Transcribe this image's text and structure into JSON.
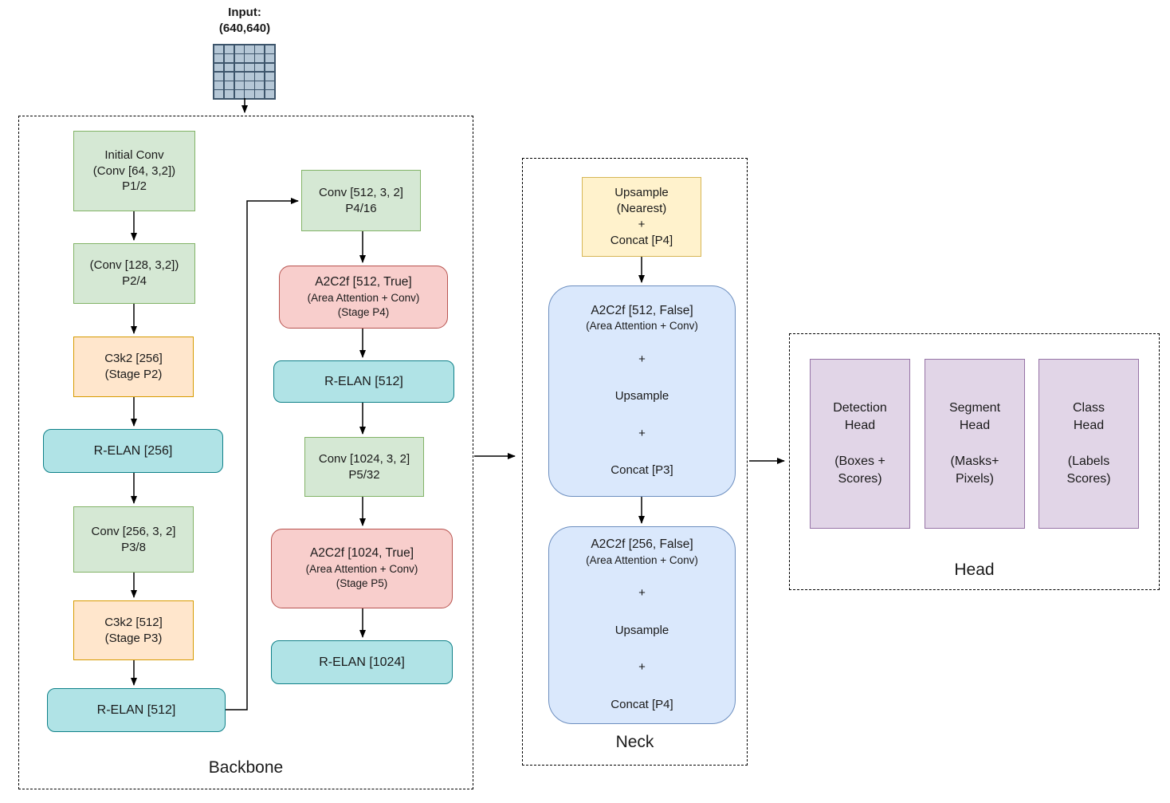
{
  "input": {
    "label": "Input:\n(640,640)"
  },
  "backbone": {
    "label": "Backbone",
    "boxes": {
      "initial_conv": "Initial Conv\n(Conv [64, 3,2])\nP1/2",
      "conv_128": "(Conv [128, 3,2])\nP2/4",
      "c3k2_256": "C3k2 [256]\n(Stage P2)",
      "r_elan_256": "R-ELAN [256]",
      "conv_256": "Conv [256, 3, 2]\nP3/8",
      "c3k2_512": "C3k2 [512]\n(Stage P3)",
      "r_elan_512": "R-ELAN [512]",
      "conv_512": "Conv [512, 3, 2]\nP4/16",
      "a2c2f_512": {
        "title": "A2C2f [512, True]",
        "sub": "(Area Attention + Conv)\n(Stage P4)"
      },
      "r_elan_512b": "R-ELAN [512]",
      "conv_1024": "Conv [1024, 3, 2]\nP5/32",
      "a2c2f_1024": {
        "title": "A2C2f [1024, True]",
        "sub": "(Area Attention + Conv)\n(Stage P5)"
      },
      "r_elan_1024": "R-ELAN [1024]"
    }
  },
  "neck": {
    "label": "Neck",
    "boxes": {
      "upsample_concat": "Upsample\n(Nearest)\n+\nConcat [P4]",
      "a2c2f_512_false": {
        "title": "A2C2f [512, False]",
        "sub": "(Area Attention + Conv)",
        "rest": "+\n\nUpsample\n\n+\n\nConcat [P3]"
      },
      "a2c2f_256_false": {
        "title": "A2C2f [256, False]",
        "sub": "(Area Attention + Conv)",
        "rest": "+\n\nUpsample\n\n+\n\nConcat [P4]"
      }
    }
  },
  "head": {
    "label": "Head",
    "boxes": {
      "detection": "Detection\nHead\n\n(Boxes +\nScores)",
      "segment": "Segment\nHead\n\n(Masks+\nPixels)",
      "class": "Class\nHead\n\n(Labels\nScores)"
    }
  },
  "colors": {
    "green_fill": "#d5e8d4",
    "green_stroke": "#82b366",
    "orange_fill": "#ffe6cc",
    "orange_stroke": "#d79b00",
    "yellow_fill": "#fff2cc",
    "yellow_stroke": "#d6b656",
    "red_fill": "#f8cecc",
    "red_stroke": "#b85450",
    "teal_fill": "#b0e3e6",
    "teal_stroke": "#0e8088",
    "blue_fill": "#dae8fc",
    "blue_stroke": "#6c8ebf",
    "purple_fill": "#e1d5e7",
    "purple_stroke": "#9673a6",
    "grid_fill": "#b5c7d6",
    "grid_stroke": "#3d556b",
    "arrow": "#000000"
  }
}
